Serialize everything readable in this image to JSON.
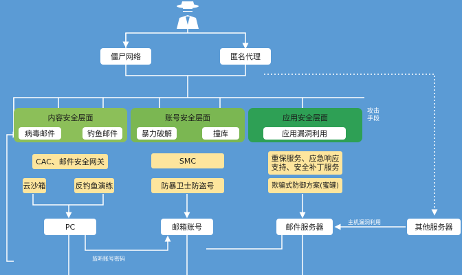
{
  "top": {
    "botnet": "僵尸网络",
    "proxy": "匿名代理"
  },
  "layers": {
    "content": {
      "title": "内容安全层面",
      "items": [
        "病毒邮件",
        "钓鱼邮件"
      ],
      "defenses": [
        "CAC、邮件安全网关",
        "云沙箱",
        "反钓鱼演练"
      ]
    },
    "account": {
      "title": "账号安全层面",
      "items": [
        "暴力破解",
        "撞库"
      ],
      "defenses": [
        "SMC",
        "防暴卫士防盗号"
      ]
    },
    "app": {
      "title": "应用安全层面",
      "items": [
        "应用漏洞利用"
      ],
      "defenses": [
        "重保服务、应急响应\n支持、安全补丁服务",
        "欺骗式防御方案(蜜罐)"
      ]
    }
  },
  "side_label": "攻击\n手段",
  "bottom": {
    "pc": "PC",
    "mailbox": "邮箱账号",
    "mailserver": "邮件服务器",
    "other": "其他服务器"
  },
  "annotations": {
    "exploit": "主机漏洞利用",
    "monitor": "监听账号密码"
  },
  "colors": {
    "background": "#5b9bd5",
    "content_layer": "#8cbf59",
    "account_layer": "#7bb752",
    "app_layer": "#2ea055",
    "yellow": "#fde59d"
  }
}
